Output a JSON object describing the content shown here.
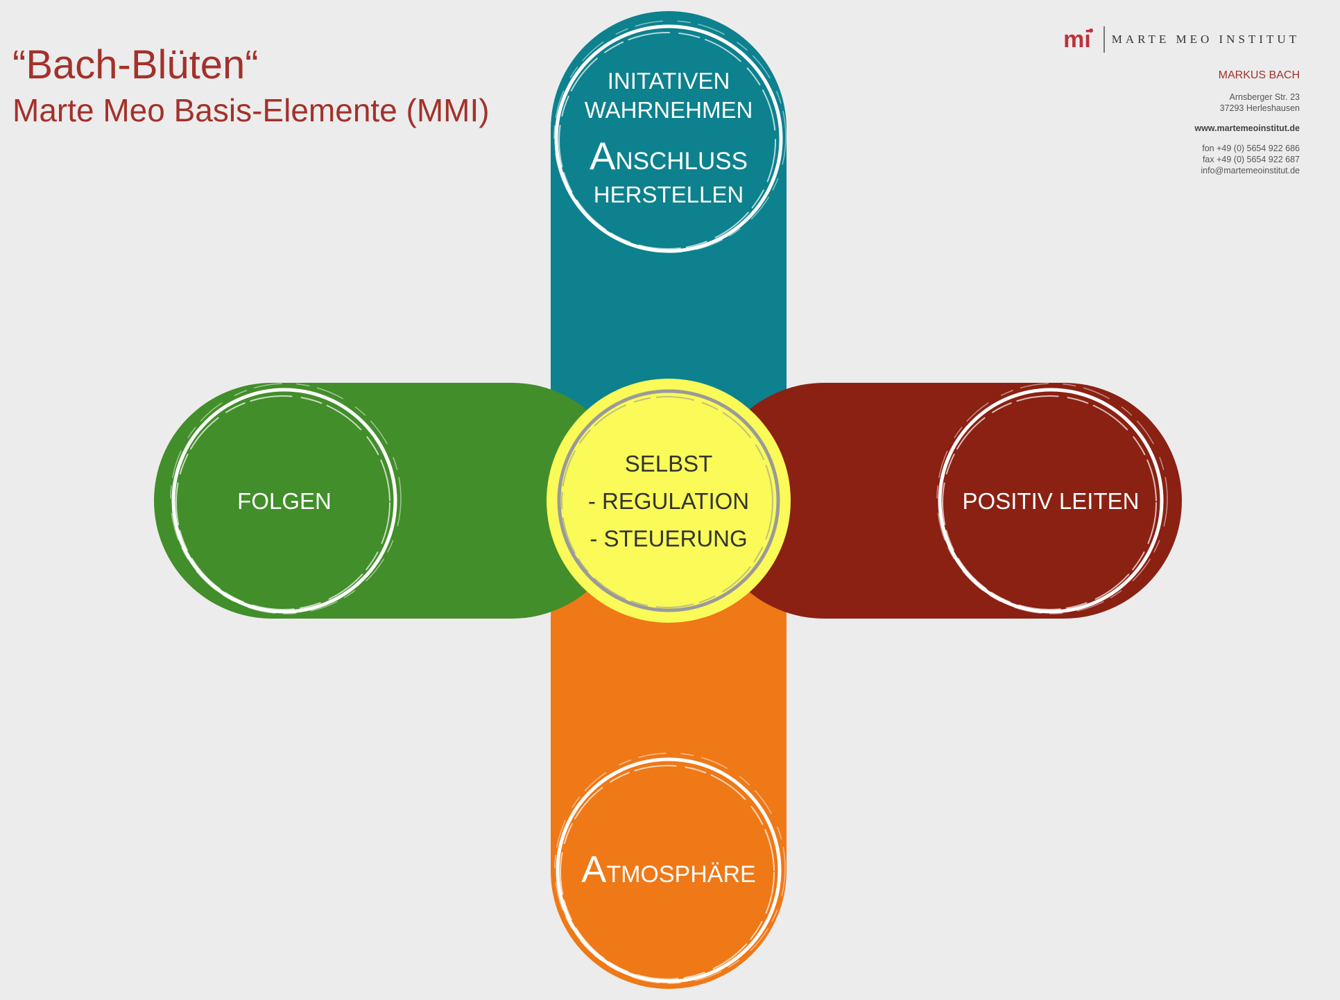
{
  "title": {
    "main": "“Bach-Blüten“",
    "subtitle": "Marte Meo Basis-Elemente (MMI)"
  },
  "institute": {
    "logo_text": "MARTE MEO INSTITUT",
    "logo_letters": "mi",
    "person": "MARKUS BACH",
    "street": "Arnsberger Str. 23",
    "city": "37293 Herleshausen",
    "website": "www.martemeoinstitut.de",
    "phone": "fon +49 (0) 5654 922 686",
    "fax": "fax +49 (0) 5654 922 687",
    "email": "info@martemeoinstitut.de"
  },
  "colors": {
    "background": "#ececec",
    "title": "#a3312b",
    "top": "#0d818e",
    "left": "#428e2a",
    "right": "#8a2113",
    "bottom": "#ef7817",
    "center": "#fafa58",
    "center_ring": "#9a9a9a",
    "ring": "#ffffff"
  },
  "elements": {
    "top": {
      "line1": "INITATIVEN",
      "line2": "WAHRNEHMEN",
      "line3_initial": "A",
      "line3_rest": "NSCHLUSS",
      "line4": "HERSTELLEN"
    },
    "left": {
      "label": "FOLGEN"
    },
    "right": {
      "label": "POSITIV LEITEN"
    },
    "bottom": {
      "initial": "A",
      "rest": "TMOSPHÄRE"
    },
    "center": {
      "line1": "SELBST",
      "line2": "- REGULATION",
      "line3": "- STEUERUNG"
    }
  }
}
